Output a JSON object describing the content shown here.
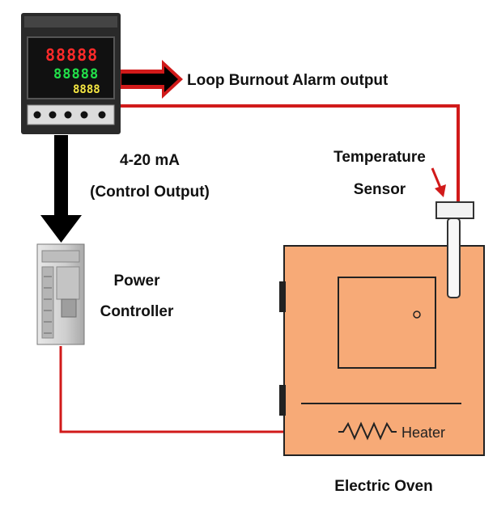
{
  "labels": {
    "alarm_output": "Loop Burnout Alarm output",
    "current_line1": "4-20 mA",
    "current_line2": "(Control Output)",
    "sensor_line1": "Temperature",
    "sensor_line2": "Sensor",
    "controller_line1": "Power",
    "controller_line2": "Controller",
    "heater": "Heater",
    "oven": "Electric Oven"
  },
  "colors": {
    "wire": "#d11a1a",
    "oven_fill": "#f7aa77",
    "oven_stroke": "#222222",
    "panel_bg": "#1c1c1c",
    "display_red": "#ff2a2a",
    "display_green": "#22e04a",
    "display_yellow": "#f5e642"
  },
  "display": {
    "row1": "88888",
    "row2": "88888",
    "row3": "8888"
  }
}
